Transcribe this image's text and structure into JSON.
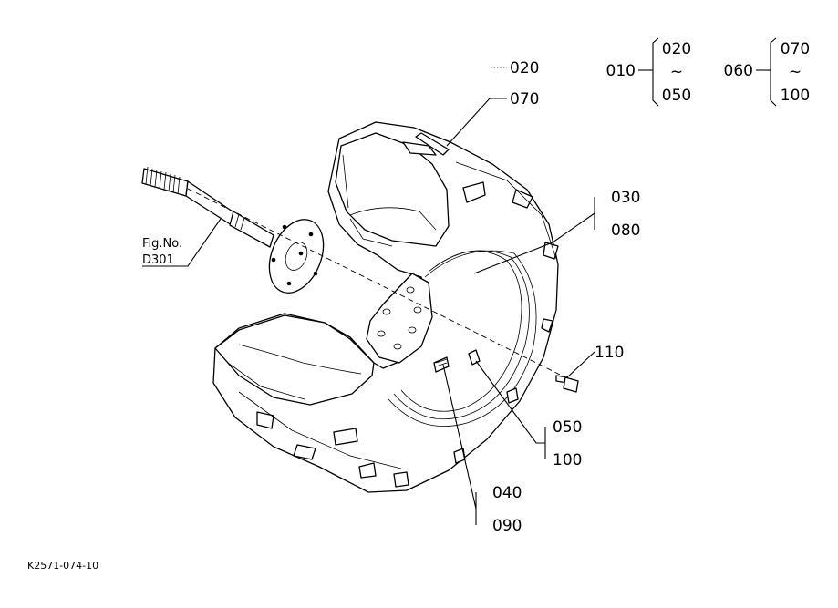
{
  "figure_ref": {
    "line1": "Fig.No.",
    "line2": "D301"
  },
  "drawing_code": "K2571-074-10",
  "groups": [
    {
      "id": "010",
      "range_from": "020",
      "range_sep": "~",
      "range_to": "050"
    },
    {
      "id": "060",
      "range_from": "070",
      "range_sep": "~",
      "range_to": "100"
    }
  ],
  "callouts": {
    "c020": "020",
    "c070": "070",
    "c030": "030",
    "c080": "080",
    "c110": "110",
    "c050": "050",
    "c100": "100",
    "c040": "040",
    "c090": "090"
  }
}
